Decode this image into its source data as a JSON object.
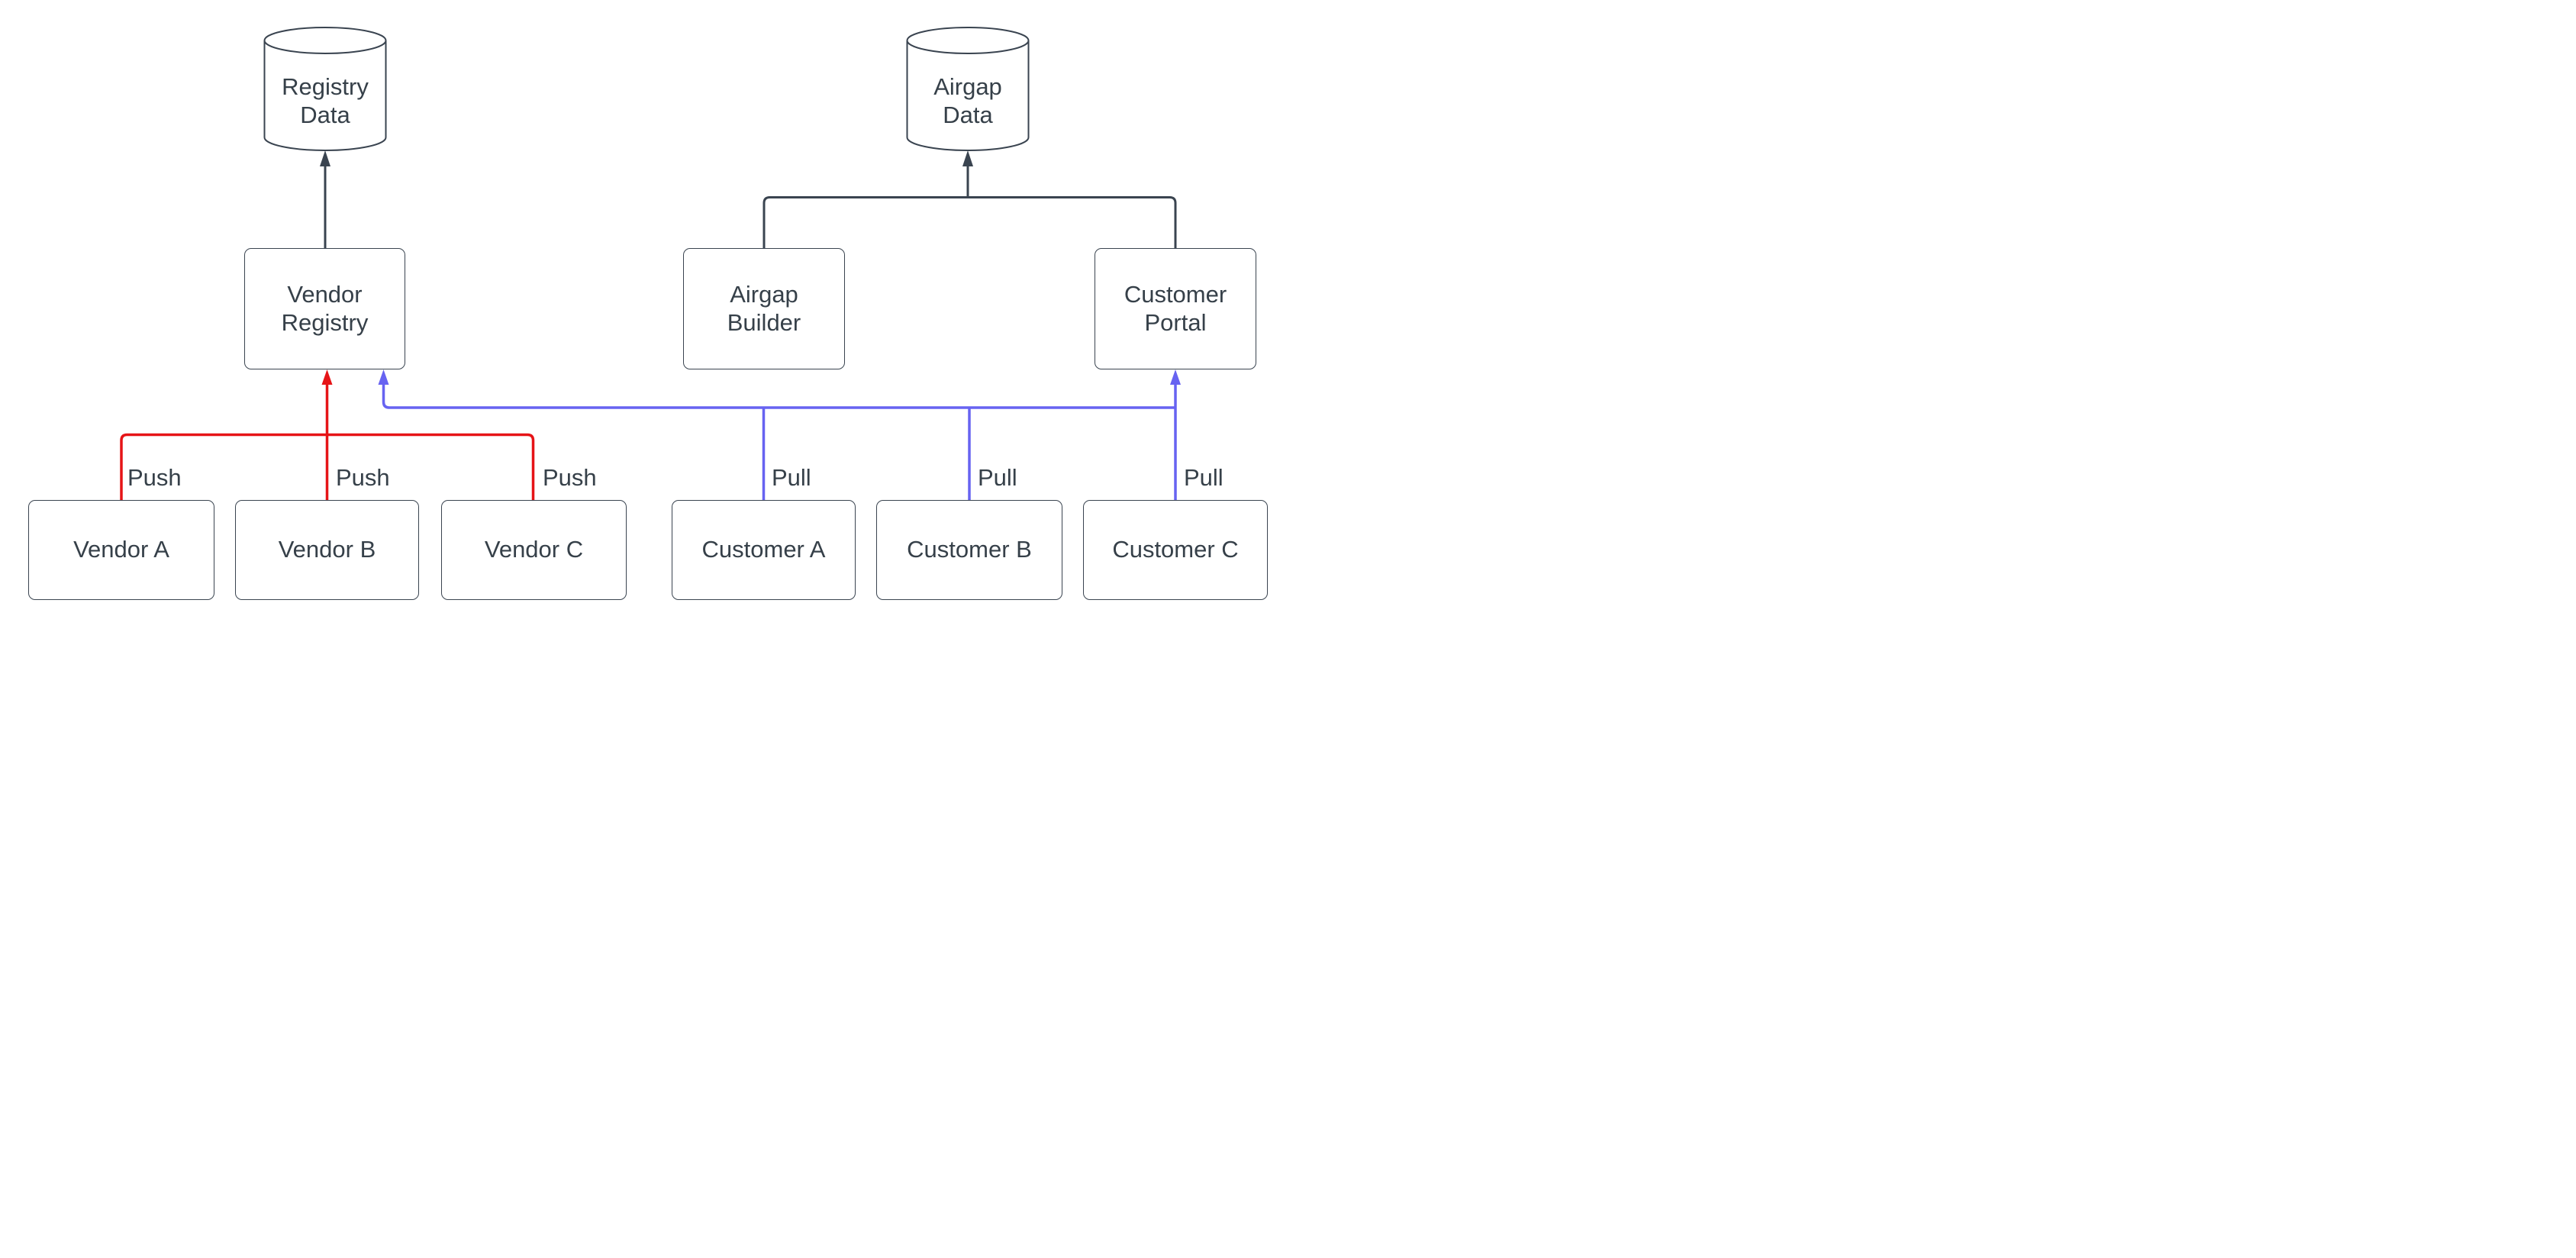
{
  "diagram": {
    "type": "flowchart",
    "background": "#ffffff",
    "colors": {
      "background": "#ffffff",
      "node_fill": "#ffffff",
      "node_border": "#3a4450",
      "dark_edge": "#3a4450",
      "push_edge": "#e61417",
      "pull_edge": "#6763f1",
      "text": "#364049"
    },
    "nodes": [
      {
        "id": "registry-data",
        "type": "cylinder",
        "label": "Registry\nData"
      },
      {
        "id": "airgap-data",
        "type": "cylinder",
        "label": "Airgap\nData"
      },
      {
        "id": "vendor-registry",
        "type": "rect",
        "label": "Vendor\nRegistry"
      },
      {
        "id": "airgap-builder",
        "type": "rect",
        "label": "Airgap\nBuilder"
      },
      {
        "id": "customer-portal",
        "type": "rect",
        "label": "Customer\nPortal"
      },
      {
        "id": "vendor-a",
        "type": "rect",
        "label": "Vendor A"
      },
      {
        "id": "vendor-b",
        "type": "rect",
        "label": "Vendor B"
      },
      {
        "id": "vendor-c",
        "type": "rect",
        "label": "Vendor C"
      },
      {
        "id": "customer-a",
        "type": "rect",
        "label": "Customer A"
      },
      {
        "id": "customer-b",
        "type": "rect",
        "label": "Customer B"
      },
      {
        "id": "customer-c",
        "type": "rect",
        "label": "Customer C"
      }
    ],
    "edges": [
      {
        "from": "vendor-a",
        "to": "vendor-registry",
        "label": "Push",
        "color": "#e61417"
      },
      {
        "from": "vendor-b",
        "to": "vendor-registry",
        "label": "Push",
        "color": "#e61417"
      },
      {
        "from": "vendor-c",
        "to": "vendor-registry",
        "label": "Push",
        "color": "#e61417"
      },
      {
        "from": "customer-a",
        "to": "vendor-registry",
        "label": "Pull",
        "color": "#6763f1"
      },
      {
        "from": "customer-b",
        "to": "vendor-registry",
        "label": "Pull",
        "color": "#6763f1"
      },
      {
        "from": "customer-c",
        "to": "vendor-registry",
        "label": "Pull",
        "color": "#6763f1"
      },
      {
        "from": "customer-c",
        "to": "customer-portal",
        "label": "",
        "color": "#6763f1"
      },
      {
        "from": "vendor-registry",
        "to": "registry-data",
        "label": "",
        "color": "#3a4450"
      },
      {
        "from": "airgap-builder",
        "to": "airgap-data",
        "label": "",
        "color": "#3a4450"
      },
      {
        "from": "customer-portal",
        "to": "airgap-data",
        "label": "",
        "color": "#3a4450"
      }
    ]
  }
}
